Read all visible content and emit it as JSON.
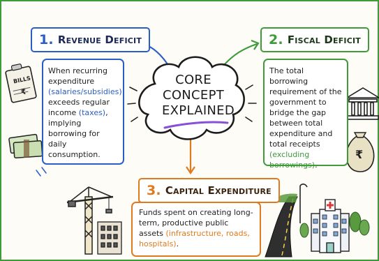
{
  "center": {
    "line1": "CORE",
    "line2": "CONCEPT",
    "line3": "EXPLAINED"
  },
  "revenue": {
    "num": "1.",
    "title": "Revenue Deficit",
    "text_a": "When recurring expenditure",
    "text_b": "(salaries/subsidies)",
    "text_c": "exceeds regular income",
    "text_d": "(taxes)",
    "text_e": ", implying borrowing for daily consumption.",
    "bills_label": "BILLS",
    "rupee": "₹"
  },
  "fiscal": {
    "num": "2.",
    "title": "Fiscal Deficit",
    "text_a": "The total borrowing requirement of the government to bridge the gap between total expenditure and total receipts",
    "text_b": "(excluding borrowings)",
    "text_c": ".",
    "rupee": "₹"
  },
  "capital": {
    "num": "3.",
    "title": "Capital Expenditure",
    "text_a": "Funds spent on creating long-term, productive public assets",
    "text_b": "(infrastructure, roads, hospitals)",
    "text_c": "."
  },
  "colors": {
    "blue": "#2a5ec7",
    "green": "#3f9a3a",
    "orange": "#e07a1e",
    "purple": "#8a4fd8",
    "red": "#d63a3a"
  }
}
